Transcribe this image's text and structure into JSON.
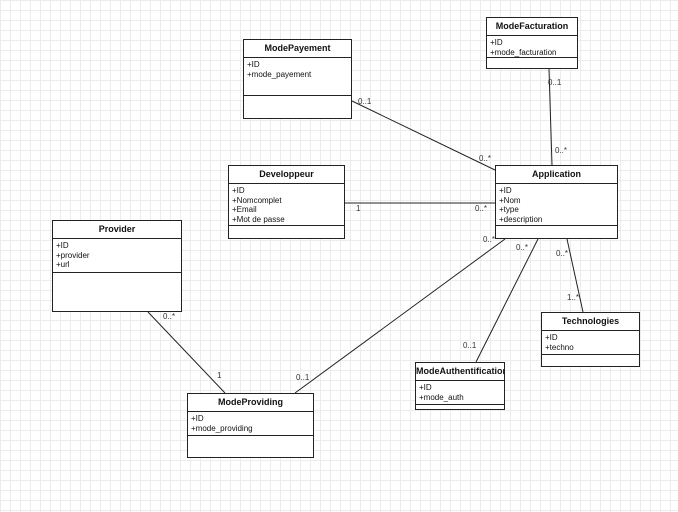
{
  "classes": [
    {
      "id": "ModePayement",
      "name": "ModePayement",
      "attributes": [
        "+ID",
        "+mode_payement"
      ]
    },
    {
      "id": "ModeFacturation",
      "name": "ModeFacturation",
      "attributes": [
        "+ID",
        "+mode_facturation"
      ]
    },
    {
      "id": "Developpeur",
      "name": "Developpeur",
      "attributes": [
        "+ID",
        "+Nomcomplet",
        "+Email",
        "+Mot de passe"
      ]
    },
    {
      "id": "Application",
      "name": "Application",
      "attributes": [
        "+ID",
        "+Nom",
        "+type",
        "+description"
      ]
    },
    {
      "id": "Provider",
      "name": "Provider",
      "attributes": [
        "+ID",
        "+provider",
        "+url"
      ]
    },
    {
      "id": "Technologies",
      "name": "Technologies",
      "attributes": [
        "+ID",
        "+techno"
      ]
    },
    {
      "id": "ModeAuthentification",
      "name": "ModeAuthentification",
      "attributes": [
        "+ID",
        "+mode_auth"
      ]
    },
    {
      "id": "ModeProviding",
      "name": "ModeProviding",
      "attributes": [
        "+ID",
        "+mode_providing"
      ]
    }
  ],
  "associations": [
    {
      "from": "ModePayement",
      "to": "Application",
      "from_mult": "0..1",
      "to_mult": "0..*"
    },
    {
      "from": "ModeFacturation",
      "to": "Application",
      "from_mult": "0..1",
      "to_mult": "0..*"
    },
    {
      "from": "Developpeur",
      "to": "Application",
      "from_mult": "1",
      "to_mult": "0..*"
    },
    {
      "from": "Application",
      "to": "ModeProviding",
      "from_mult": "0..*",
      "to_mult": "0..1"
    },
    {
      "from": "Application",
      "to": "ModeAuthentification",
      "from_mult": "0..*",
      "to_mult": "0..1"
    },
    {
      "from": "Application",
      "to": "Technologies",
      "from_mult": "0..*",
      "to_mult": "1..*"
    },
    {
      "from": "Provider",
      "to": "ModeProviding",
      "from_mult": "0..*",
      "to_mult": "1"
    }
  ]
}
